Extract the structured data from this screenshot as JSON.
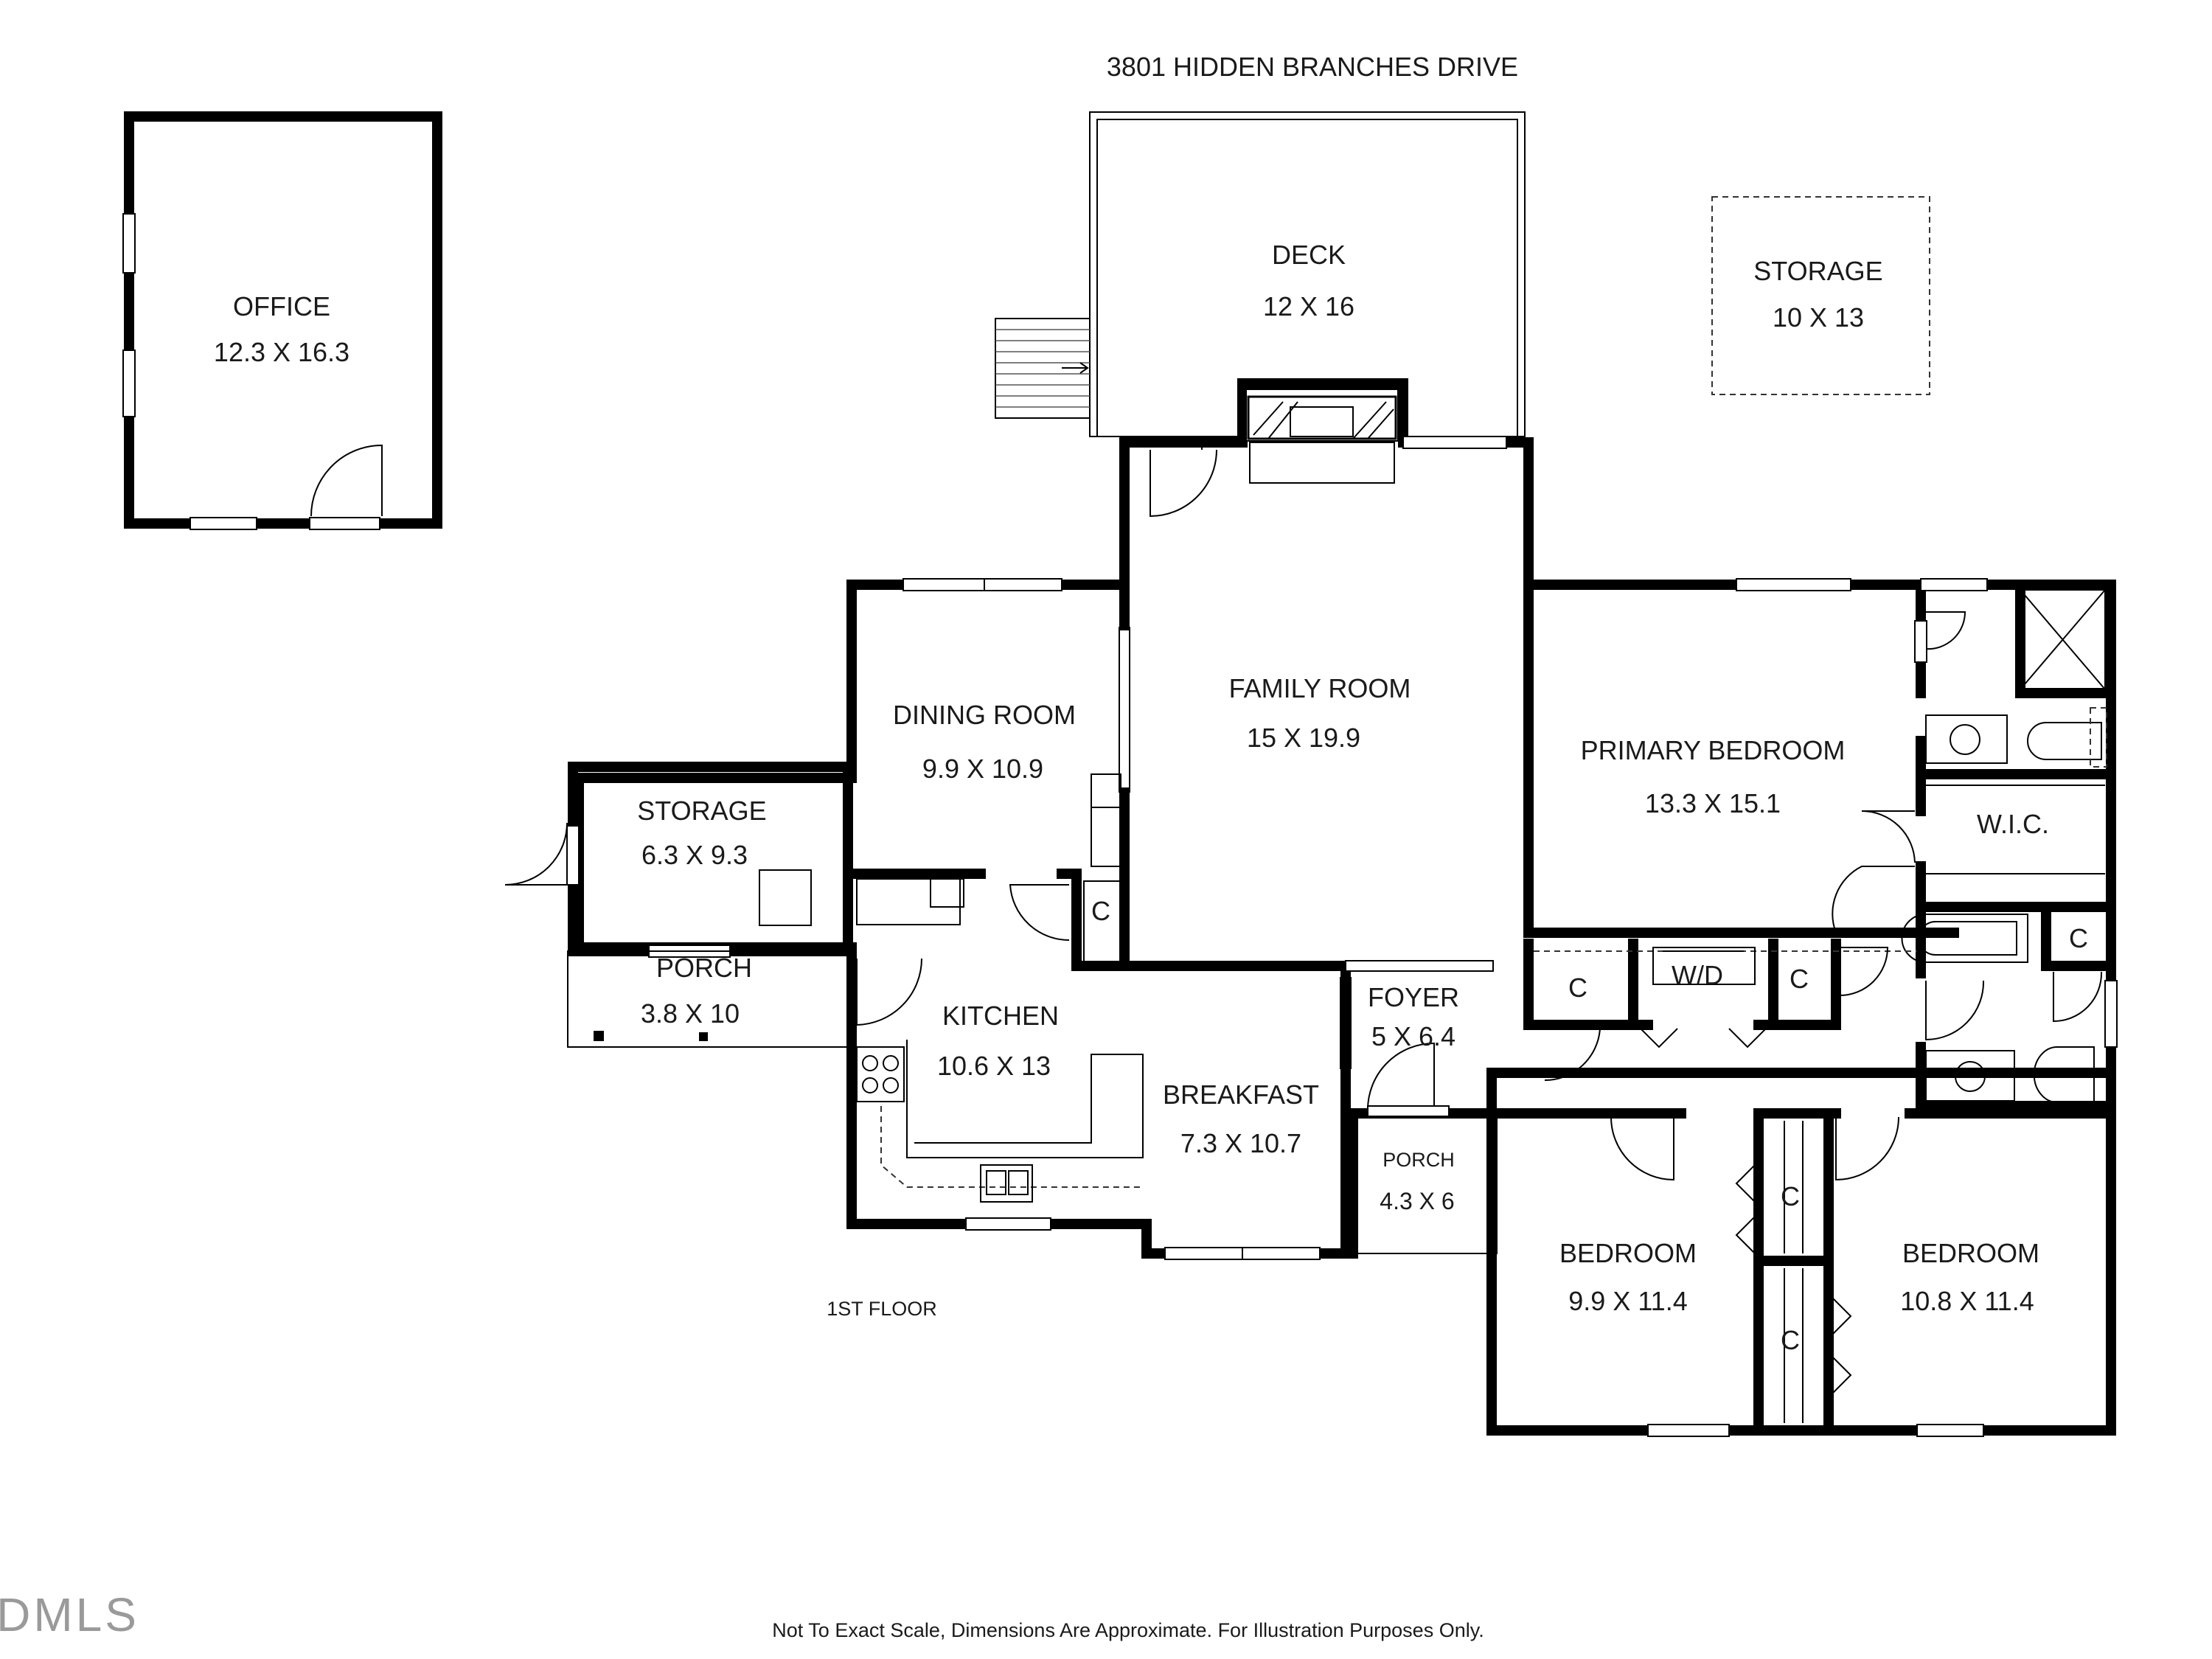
{
  "title": "3801 HIDDEN BRANCHES DRIVE",
  "floor_label": "1ST FLOOR",
  "disclaimer": "Not To Exact Scale, Dimensions Are Approximate. For Illustration Purposes Only.",
  "watermark": "DMLS",
  "rooms": {
    "office": {
      "name": "OFFICE",
      "dims": "12.3 X 16.3"
    },
    "deck": {
      "name": "DECK",
      "dims": "12 X 16"
    },
    "storage_outdoor": {
      "name": "STORAGE",
      "dims": "10 X 13"
    },
    "dining": {
      "name": "DINING ROOM",
      "dims": "9.9 X 10.9"
    },
    "family": {
      "name": "FAMILY ROOM",
      "dims": "15 X 19.9"
    },
    "primary": {
      "name": "PRIMARY BEDROOM",
      "dims": "13.3 X 15.1"
    },
    "wic": {
      "name": "W.I.C."
    },
    "storage_side": {
      "name": "STORAGE",
      "dims": "6.3 X 9.3"
    },
    "porch_side": {
      "name": "PORCH",
      "dims": "3.8 X 10"
    },
    "kitchen": {
      "name": "KITCHEN",
      "dims": "10.6 X 13"
    },
    "breakfast": {
      "name": "BREAKFAST",
      "dims": "7.3 X 10.7"
    },
    "foyer": {
      "name": "FOYER",
      "dims": "5 X 6.4"
    },
    "porch_front": {
      "name": "PORCH",
      "dims": "4.3 X 6"
    },
    "bedroom_left": {
      "name": "BEDROOM",
      "dims": "9.9 X 11.4"
    },
    "bedroom_right": {
      "name": "BEDROOM",
      "dims": "10.8 X 11.4"
    }
  },
  "closets": {
    "kitchen_closet": "C",
    "hall_closet_1": "C",
    "laundry": "W/D",
    "hall_closet_2": "C",
    "bath_closet": "C",
    "bedroom_closet_1": "C",
    "bedroom_closet_2": "C"
  }
}
